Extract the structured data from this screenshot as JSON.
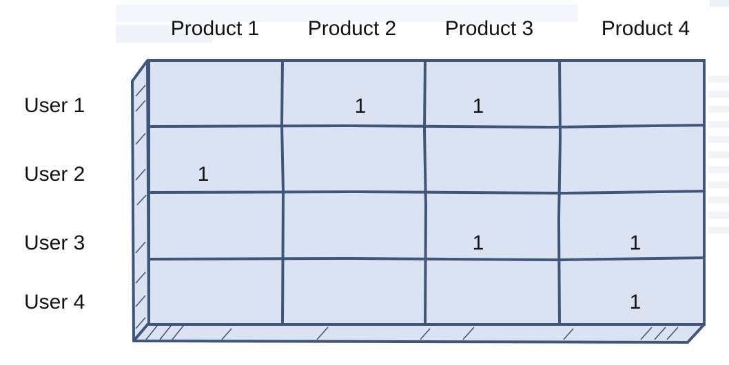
{
  "matrix": {
    "columns": [
      "Product 1",
      "Product 2",
      "Product 3",
      "Product 4"
    ],
    "rows": [
      {
        "label": "User 1",
        "cells": [
          "",
          "1",
          "1",
          ""
        ]
      },
      {
        "label": "User 2",
        "cells": [
          "1",
          "",
          "",
          ""
        ]
      },
      {
        "label": "User 3",
        "cells": [
          "",
          "",
          "1",
          "1"
        ]
      },
      {
        "label": "User 4",
        "cells": [
          "",
          "",
          "",
          "1"
        ]
      }
    ]
  },
  "colors": {
    "cell_fill": "#dbe3f3",
    "grid_stroke": "#3f5678"
  }
}
